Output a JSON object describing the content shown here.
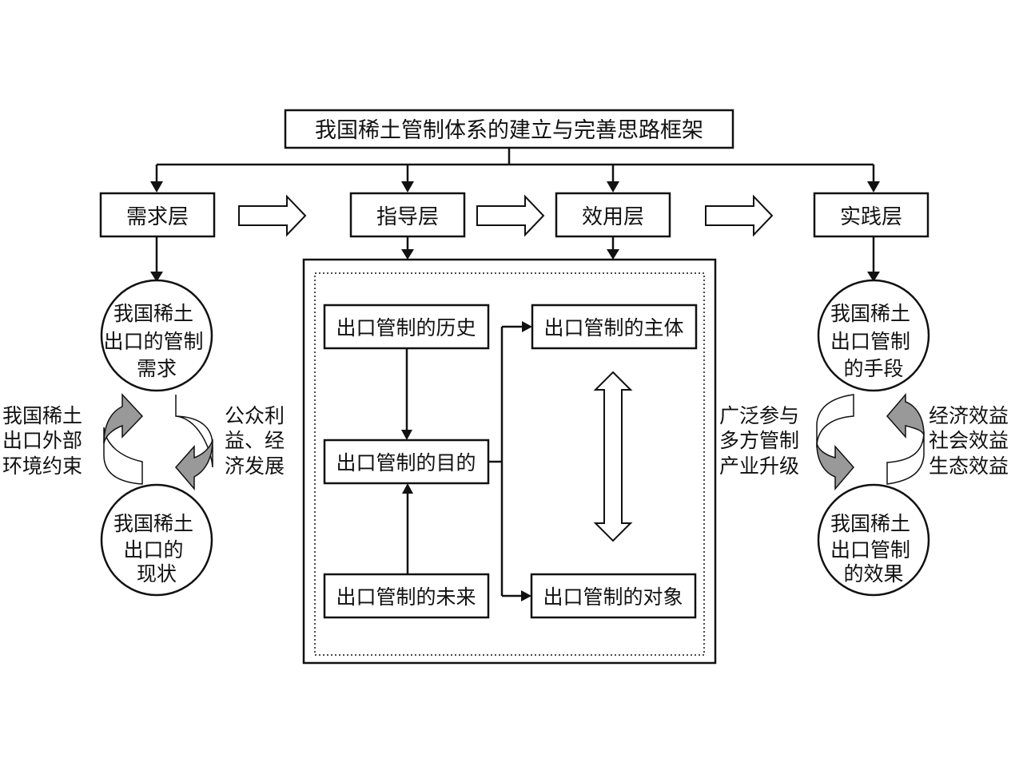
{
  "diagram": {
    "title": "我国稀土管制体系的建立与完善思路框架",
    "layers": [
      {
        "id": "demand",
        "label": "需求层"
      },
      {
        "id": "guidance",
        "label": "指导层"
      },
      {
        "id": "utility",
        "label": "效用层"
      },
      {
        "id": "practice",
        "label": "实践层"
      }
    ],
    "left_cycle": {
      "top_circle": [
        "我国稀土",
        "出口的管制",
        "需求"
      ],
      "bottom_circle": [
        "我国稀土",
        "出口的",
        "现状"
      ],
      "left_label": [
        "我国稀土",
        "出口外部",
        "环境约束"
      ],
      "right_label": [
        "公众利",
        "益、经",
        "济发展"
      ]
    },
    "center_panel": {
      "left_boxes": [
        "出口管制的历史",
        "出口管制的目的",
        "出口管制的未来"
      ],
      "right_boxes": [
        "出口管制的主体",
        "出口管制的对象"
      ]
    },
    "right_cycle": {
      "top_circle": [
        "我国稀土",
        "出口管制",
        "的手段"
      ],
      "bottom_circle": [
        "我国稀土",
        "出口管制",
        "的效果"
      ],
      "left_label": [
        "广泛参与",
        "多方管制",
        "产业升级"
      ],
      "right_label": [
        "经济效益",
        "社会效益",
        "生态效益"
      ]
    }
  }
}
